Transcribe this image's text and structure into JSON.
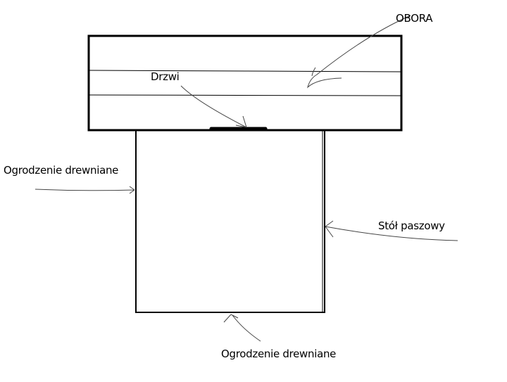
{
  "labels": {
    "barn": "OBORA",
    "door": "Drzwi",
    "fence_left": "Ogrodzenie drewniane",
    "feed_table": "Stół paszowy",
    "fence_bottom": "Ogrodzenie drewniane"
  },
  "colors": {
    "stroke": "#000000",
    "arrow": "#333333",
    "background": "#ffffff"
  }
}
